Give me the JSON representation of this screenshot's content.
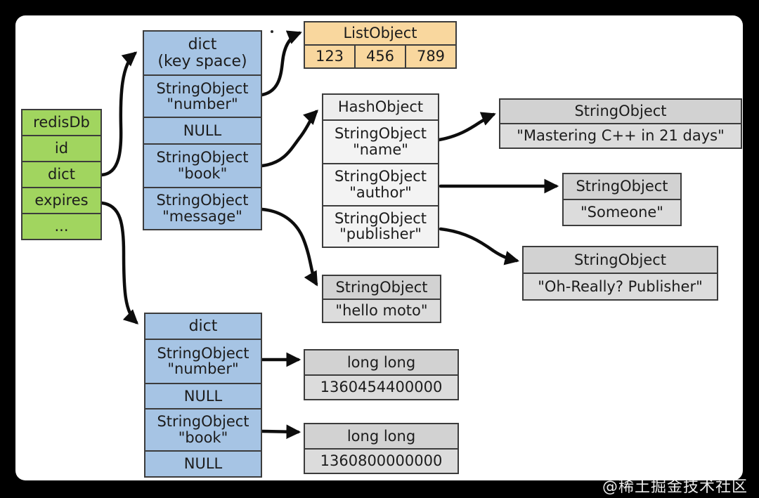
{
  "watermark": "@稀土掘金技术社区",
  "colors": {
    "green": "#A1D55F",
    "blue": "#A6C4E4",
    "orange": "#F9D79E",
    "grayHeader": "#D2D2D2",
    "grayValue": "#DCDCDC",
    "hashHeader": "#EDEDED",
    "hashBg": "#F3F3F3"
  },
  "redisdb": {
    "rows": [
      "redisDb",
      "id",
      "dict",
      "expires",
      "..."
    ]
  },
  "dictTop": {
    "header1": "dict",
    "header2": "(key space)",
    "cells": [
      {
        "line1": "StringObject",
        "line2": "\"number\""
      },
      {
        "line1": "NULL",
        "line2": ""
      },
      {
        "line1": "StringObject",
        "line2": "\"book\""
      },
      {
        "line1": "StringObject",
        "line2": "\"message\""
      }
    ]
  },
  "listObject": {
    "header": "ListObject",
    "items": [
      "123",
      "456",
      "789"
    ]
  },
  "hashObject": {
    "header": "HashObject",
    "cells": [
      {
        "line1": "StringObject",
        "line2": "\"name\""
      },
      {
        "line1": "StringObject",
        "line2": "\"author\""
      },
      {
        "line1": "StringObject",
        "line2": "\"publisher\""
      }
    ]
  },
  "strMastering": {
    "header": "StringObject",
    "value": "\"Mastering C++ in 21 days\""
  },
  "strSomeone": {
    "header": "StringObject",
    "value": "\"Someone\""
  },
  "strPublisher": {
    "header": "StringObject",
    "value": "\"Oh-Really? Publisher\""
  },
  "strHello": {
    "header": "StringObject",
    "value": "\"hello moto\""
  },
  "dictBottom": {
    "header": "dict",
    "cells": [
      {
        "line1": "StringObject",
        "line2": "\"number\""
      },
      {
        "line1": "NULL",
        "line2": ""
      },
      {
        "line1": "StringObject",
        "line2": "\"book\""
      },
      {
        "line1": "NULL",
        "line2": ""
      }
    ]
  },
  "longLong1": {
    "header": "long long",
    "value": "1360454400000"
  },
  "longLong2": {
    "header": "long long",
    "value": "1360800000000"
  }
}
